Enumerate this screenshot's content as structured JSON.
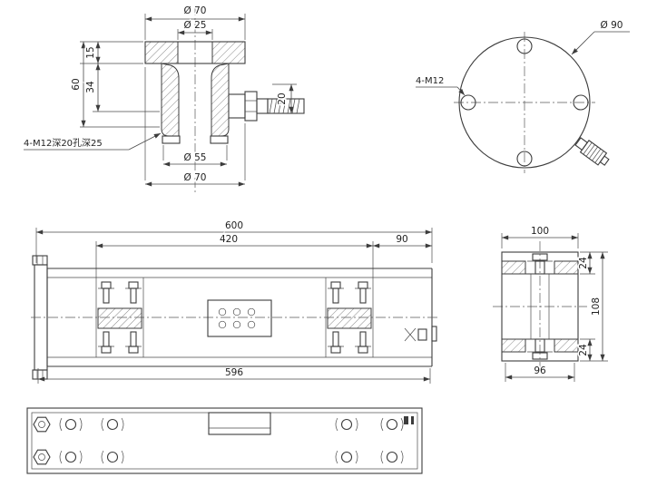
{
  "colors": {
    "background": "#ffffff",
    "line": "#3c3c3c",
    "text": "#222222"
  },
  "section_view": {
    "dia70_top": "Ø 70",
    "dia25": "Ø 25",
    "height15": "15",
    "height60": "60",
    "height34": "34",
    "len20": "20",
    "dia55": "Ø 55",
    "dia70_bottom": "Ø 70",
    "thread_note": "4-M12深20孔深25"
  },
  "top_view": {
    "dia90": "Ø 90",
    "bolt_note": "4-M12"
  },
  "side_view": {
    "len600": "600",
    "len420": "420",
    "len90": "90",
    "len596": "596"
  },
  "end_view": {
    "width100": "100",
    "t24_top": "24",
    "height108": "108",
    "t24_bottom": "24",
    "width96": "96"
  }
}
